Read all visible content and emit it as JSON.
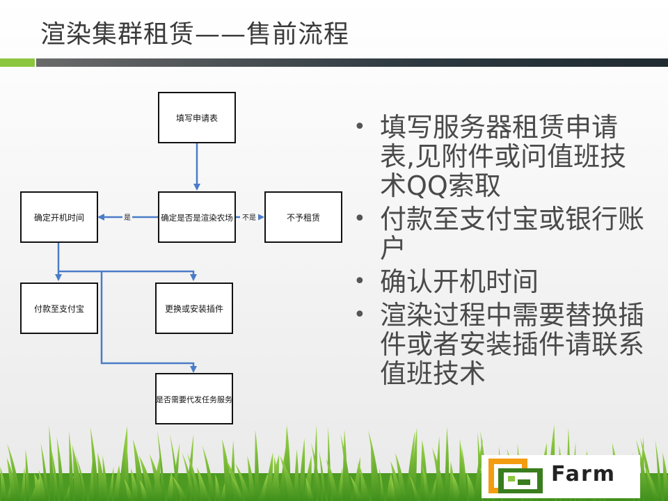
{
  "slide": {
    "title": "渲染集群租赁——售前流程"
  },
  "flow": {
    "nodes": {
      "fill_form": "填写申请表",
      "check_farm": "确定是否是渲染农场",
      "confirm_time": "确定开机时间",
      "no_rent": "不予租赁",
      "pay_alipay": "付款至支付宝",
      "change_plugin": "更换或安装插件",
      "proxy_task": "是否需要代发任务服务"
    },
    "edges": {
      "yes": "是",
      "no": "不是"
    }
  },
  "bullets": [
    "填写服务器租赁申请表,见附件或问值班技术QQ索取",
    "付款至支付宝或银行账户",
    "确认开机时间",
    "渲染过程中需要替换插件或者安装插件请联系值班技术"
  ],
  "logo": {
    "text": "Farm"
  },
  "colors": {
    "accent_green": "#8cc63f",
    "arrow_blue": "#4a7cc7",
    "logo_orange": "#f39c12"
  }
}
